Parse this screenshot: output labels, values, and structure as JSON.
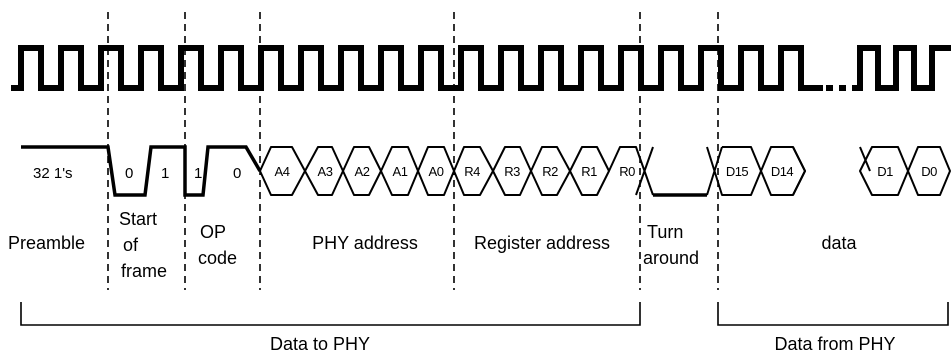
{
  "signals": {
    "preamble": "32 1's",
    "start_bit_1": "0",
    "start_bit_2": "1",
    "op_bit_1": "1",
    "op_bit_2": "0",
    "phy_address_bits": [
      "A4",
      "A3",
      "A2",
      "A1",
      "A0"
    ],
    "register_address_bits": [
      "R4",
      "R3",
      "R2",
      "R1",
      "R0"
    ],
    "data_bits_start": [
      "D15",
      "D14"
    ],
    "data_bits_end": [
      "D1",
      "D0"
    ]
  },
  "sections": {
    "preamble": "Preamble",
    "start_of_frame": [
      "Start",
      "of",
      "frame"
    ],
    "op_code": [
      "OP",
      "code"
    ],
    "phy_address": "PHY address",
    "register_address": "Register address",
    "turnaround": [
      "Turn",
      "around"
    ],
    "data": "data"
  },
  "brackets": {
    "to_phy": "Data to PHY",
    "from_phy": "Data from PHY"
  }
}
